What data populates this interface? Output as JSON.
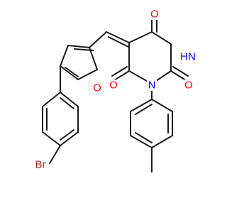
{
  "molecule": {
    "atom_labels": {
      "ring_oxygen": "O",
      "oxygen_top": "O",
      "nh": "HN",
      "oxygen_right": "O",
      "nitrogen": "N",
      "oxygen_left": "O",
      "bromine": "Br"
    },
    "colors": {
      "bond": "#1a1a1a",
      "oxygen": "#ff0000",
      "nitrogen": "#0000ff",
      "bromine": "#a52a2a"
    }
  }
}
